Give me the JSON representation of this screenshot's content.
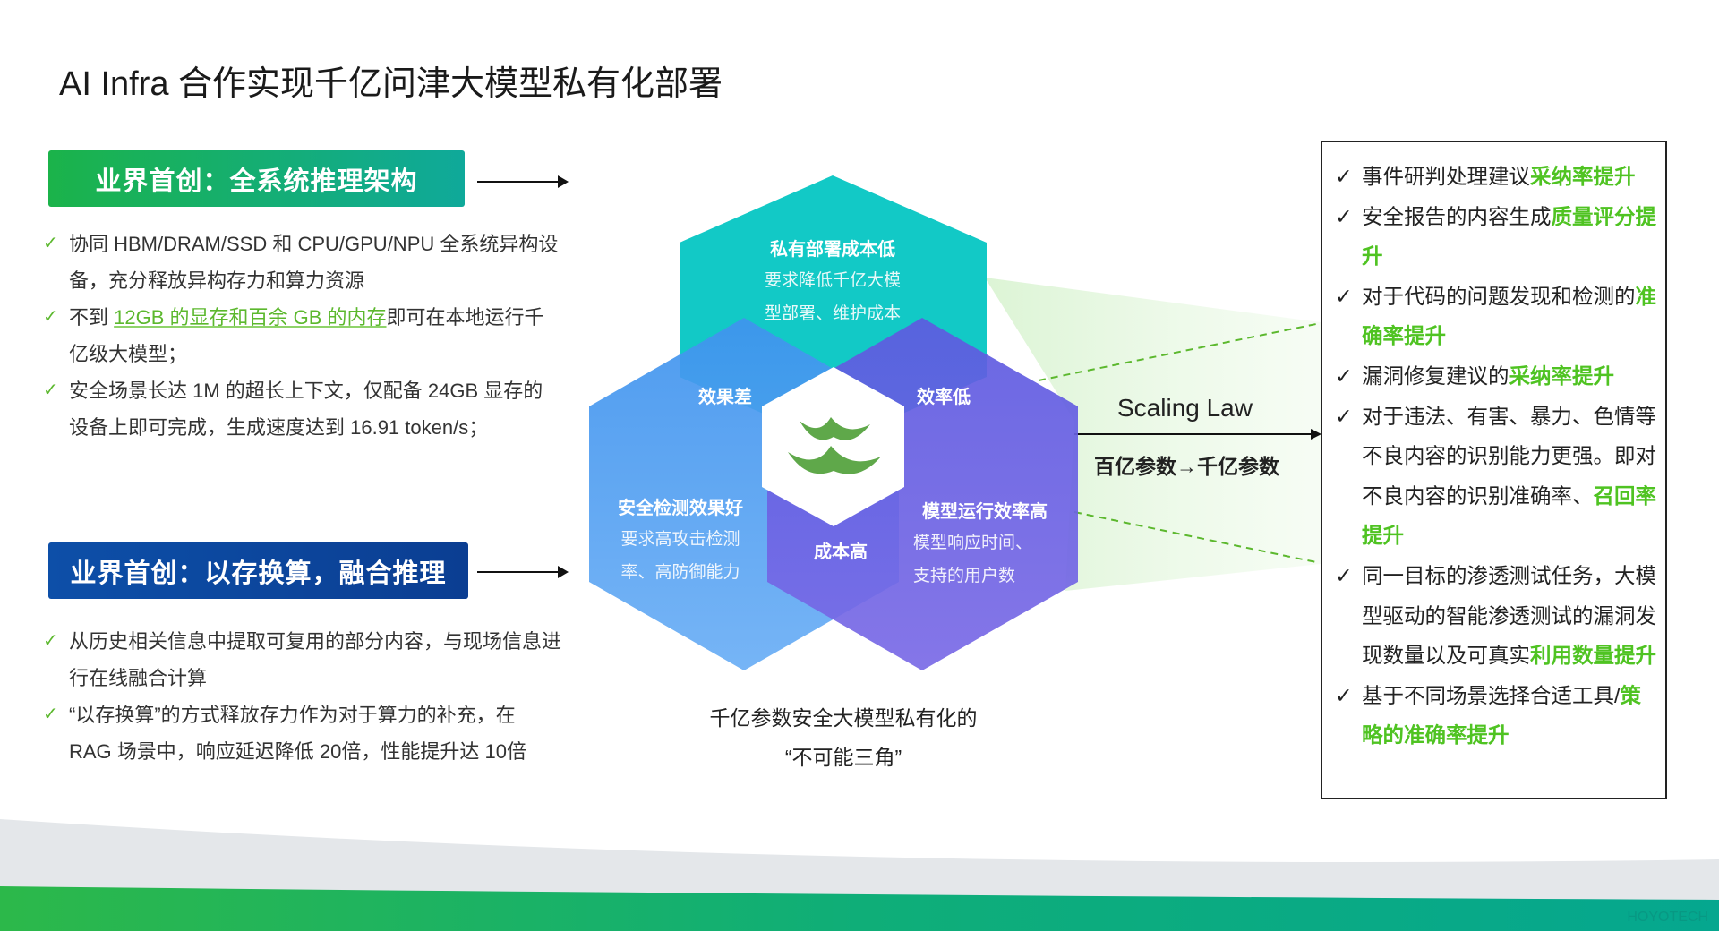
{
  "title": "AI Infra 合作实现千亿问津大模型私有化部署",
  "left": {
    "banner1": "业界首创：全系统推理架构",
    "list1": [
      {
        "pre": "协同 HBM/DRAM/SSD 和 CPU/GPU/NPU 全系统异构设备，充分释放异构存力和算力资源",
        "hl": "",
        "post": ""
      },
      {
        "pre": "不到 ",
        "hl": "12GB 的显存和百余 GB 的内存",
        "post": "即可在本地运行千亿级大模型；"
      },
      {
        "pre": "安全场景长达 1M 的超长上下文，仅配备 24GB 显存的设备上即可完成，生成速度达到 16.91 token/s；",
        "hl": "",
        "post": ""
      }
    ],
    "banner2": "业界首创：以存换算，融合推理",
    "list2": [
      "从历史相关信息中提取可复用的部分内容，与现场信息进行在线融合计算",
      "“以存换算”的方式释放存力作为对于算力的补充，在 RAG 场景中，响应延迟降低 20倍，性能提升达 10倍"
    ],
    "check": "✓"
  },
  "diagram": {
    "top_title": "私有部署成本低",
    "top_sub1": "要求降低千亿大模",
    "top_sub2": "型部署、维护成本",
    "left_title": "安全检测效果好",
    "left_sub1": "要求高攻击检测",
    "left_sub2": "率、高防御能力",
    "right_title": "模型运行效率高",
    "right_sub1": "模型响应时间、",
    "right_sub2": "支持的用户数",
    "overlap_tl": "效果差",
    "overlap_tr": "效率低",
    "overlap_b": "成本高",
    "caption1": "千亿参数安全大模型私有化的",
    "caption2": "“不可能三角”",
    "colors": {
      "top": "#12c9c6",
      "left": "#4b9cf0",
      "right": "#6a5ce0",
      "logo": "#5fa84a"
    }
  },
  "scaling": {
    "label": "Scaling Law",
    "sub": "百亿参数→千亿参数"
  },
  "right": {
    "items": [
      {
        "text": "事件研判处理建议",
        "green": "采纳率提升"
      },
      {
        "text": "安全报告的内容生成",
        "green": "质量评分提升"
      },
      {
        "text": "对于代码的问题发现和检测的",
        "green": "准确率提升"
      },
      {
        "text": "漏洞修复建议的",
        "green": "采纳率提升"
      },
      {
        "text": "对于违法、有害、暴力、色情等不良内容的识别能力更强。即对不良内容的识别准确率、",
        "green": "召回率提升"
      },
      {
        "text": "同一目标的渗透测试任务，大模型驱动的智能渗透测试的漏洞发现数量以及可真实",
        "green": "利用数量提升"
      },
      {
        "text": "基于不同场景选择合适工具/",
        "green": "策略的准确率提升"
      }
    ],
    "check": "✓"
  },
  "watermark": "HOYOTECH"
}
